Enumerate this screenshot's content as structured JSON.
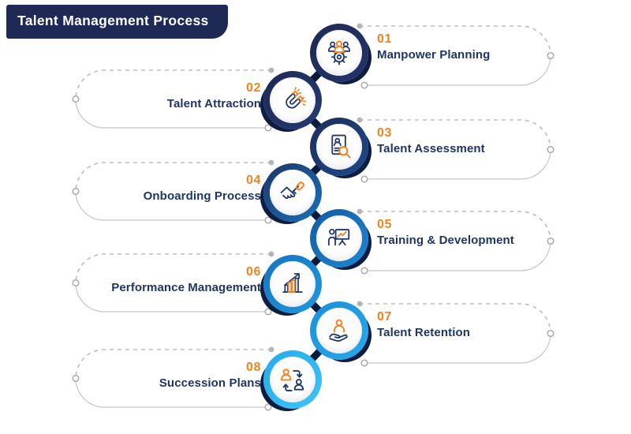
{
  "title": "Talent Management Process",
  "colors": {
    "title_bar_navy": "#1e2a55",
    "number_orange": "#f5821f",
    "label_navy": "#1e3566",
    "connector_gray": "#bcbdc1",
    "icon_navy": "#223a6b",
    "icon_orange": "#f5831f",
    "chain_navy": "#0c1a3c"
  },
  "steps": [
    {
      "num": "01",
      "label": "Manpower Planning",
      "side": "right",
      "icon": "team-gear-icon",
      "ring": [
        "#1d2a52",
        "#24346a"
      ]
    },
    {
      "num": "02",
      "label": "Talent Attraction",
      "side": "left",
      "icon": "magnet-icon",
      "ring": [
        "#1d2a52",
        "#253a74"
      ]
    },
    {
      "num": "03",
      "label": "Talent Assessment",
      "side": "right",
      "icon": "resume-search-icon",
      "ring": [
        "#1e2c58",
        "#1e4a8c"
      ]
    },
    {
      "num": "04",
      "label": "Onboarding Process",
      "side": "left",
      "icon": "handshake-icon",
      "ring": [
        "#1f3468",
        "#1673bc"
      ]
    },
    {
      "num": "05",
      "label": "Training & Development",
      "side": "right",
      "icon": "training-presentation-icon",
      "ring": [
        "#14599f",
        "#1b8ad5"
      ]
    },
    {
      "num": "06",
      "label": "Performance Management",
      "side": "left",
      "icon": "growth-chart-icon",
      "ring": [
        "#1573bd",
        "#1e9ae0"
      ]
    },
    {
      "num": "07",
      "label": "Talent Retention",
      "side": "right",
      "icon": "hand-person-icon",
      "ring": [
        "#1b8fd8",
        "#27a9ec"
      ]
    },
    {
      "num": "08",
      "label": "Succession Plans",
      "side": "left",
      "icon": "succession-cycle-icon",
      "ring": [
        "#27aae9",
        "#3ec3f7"
      ]
    }
  ]
}
